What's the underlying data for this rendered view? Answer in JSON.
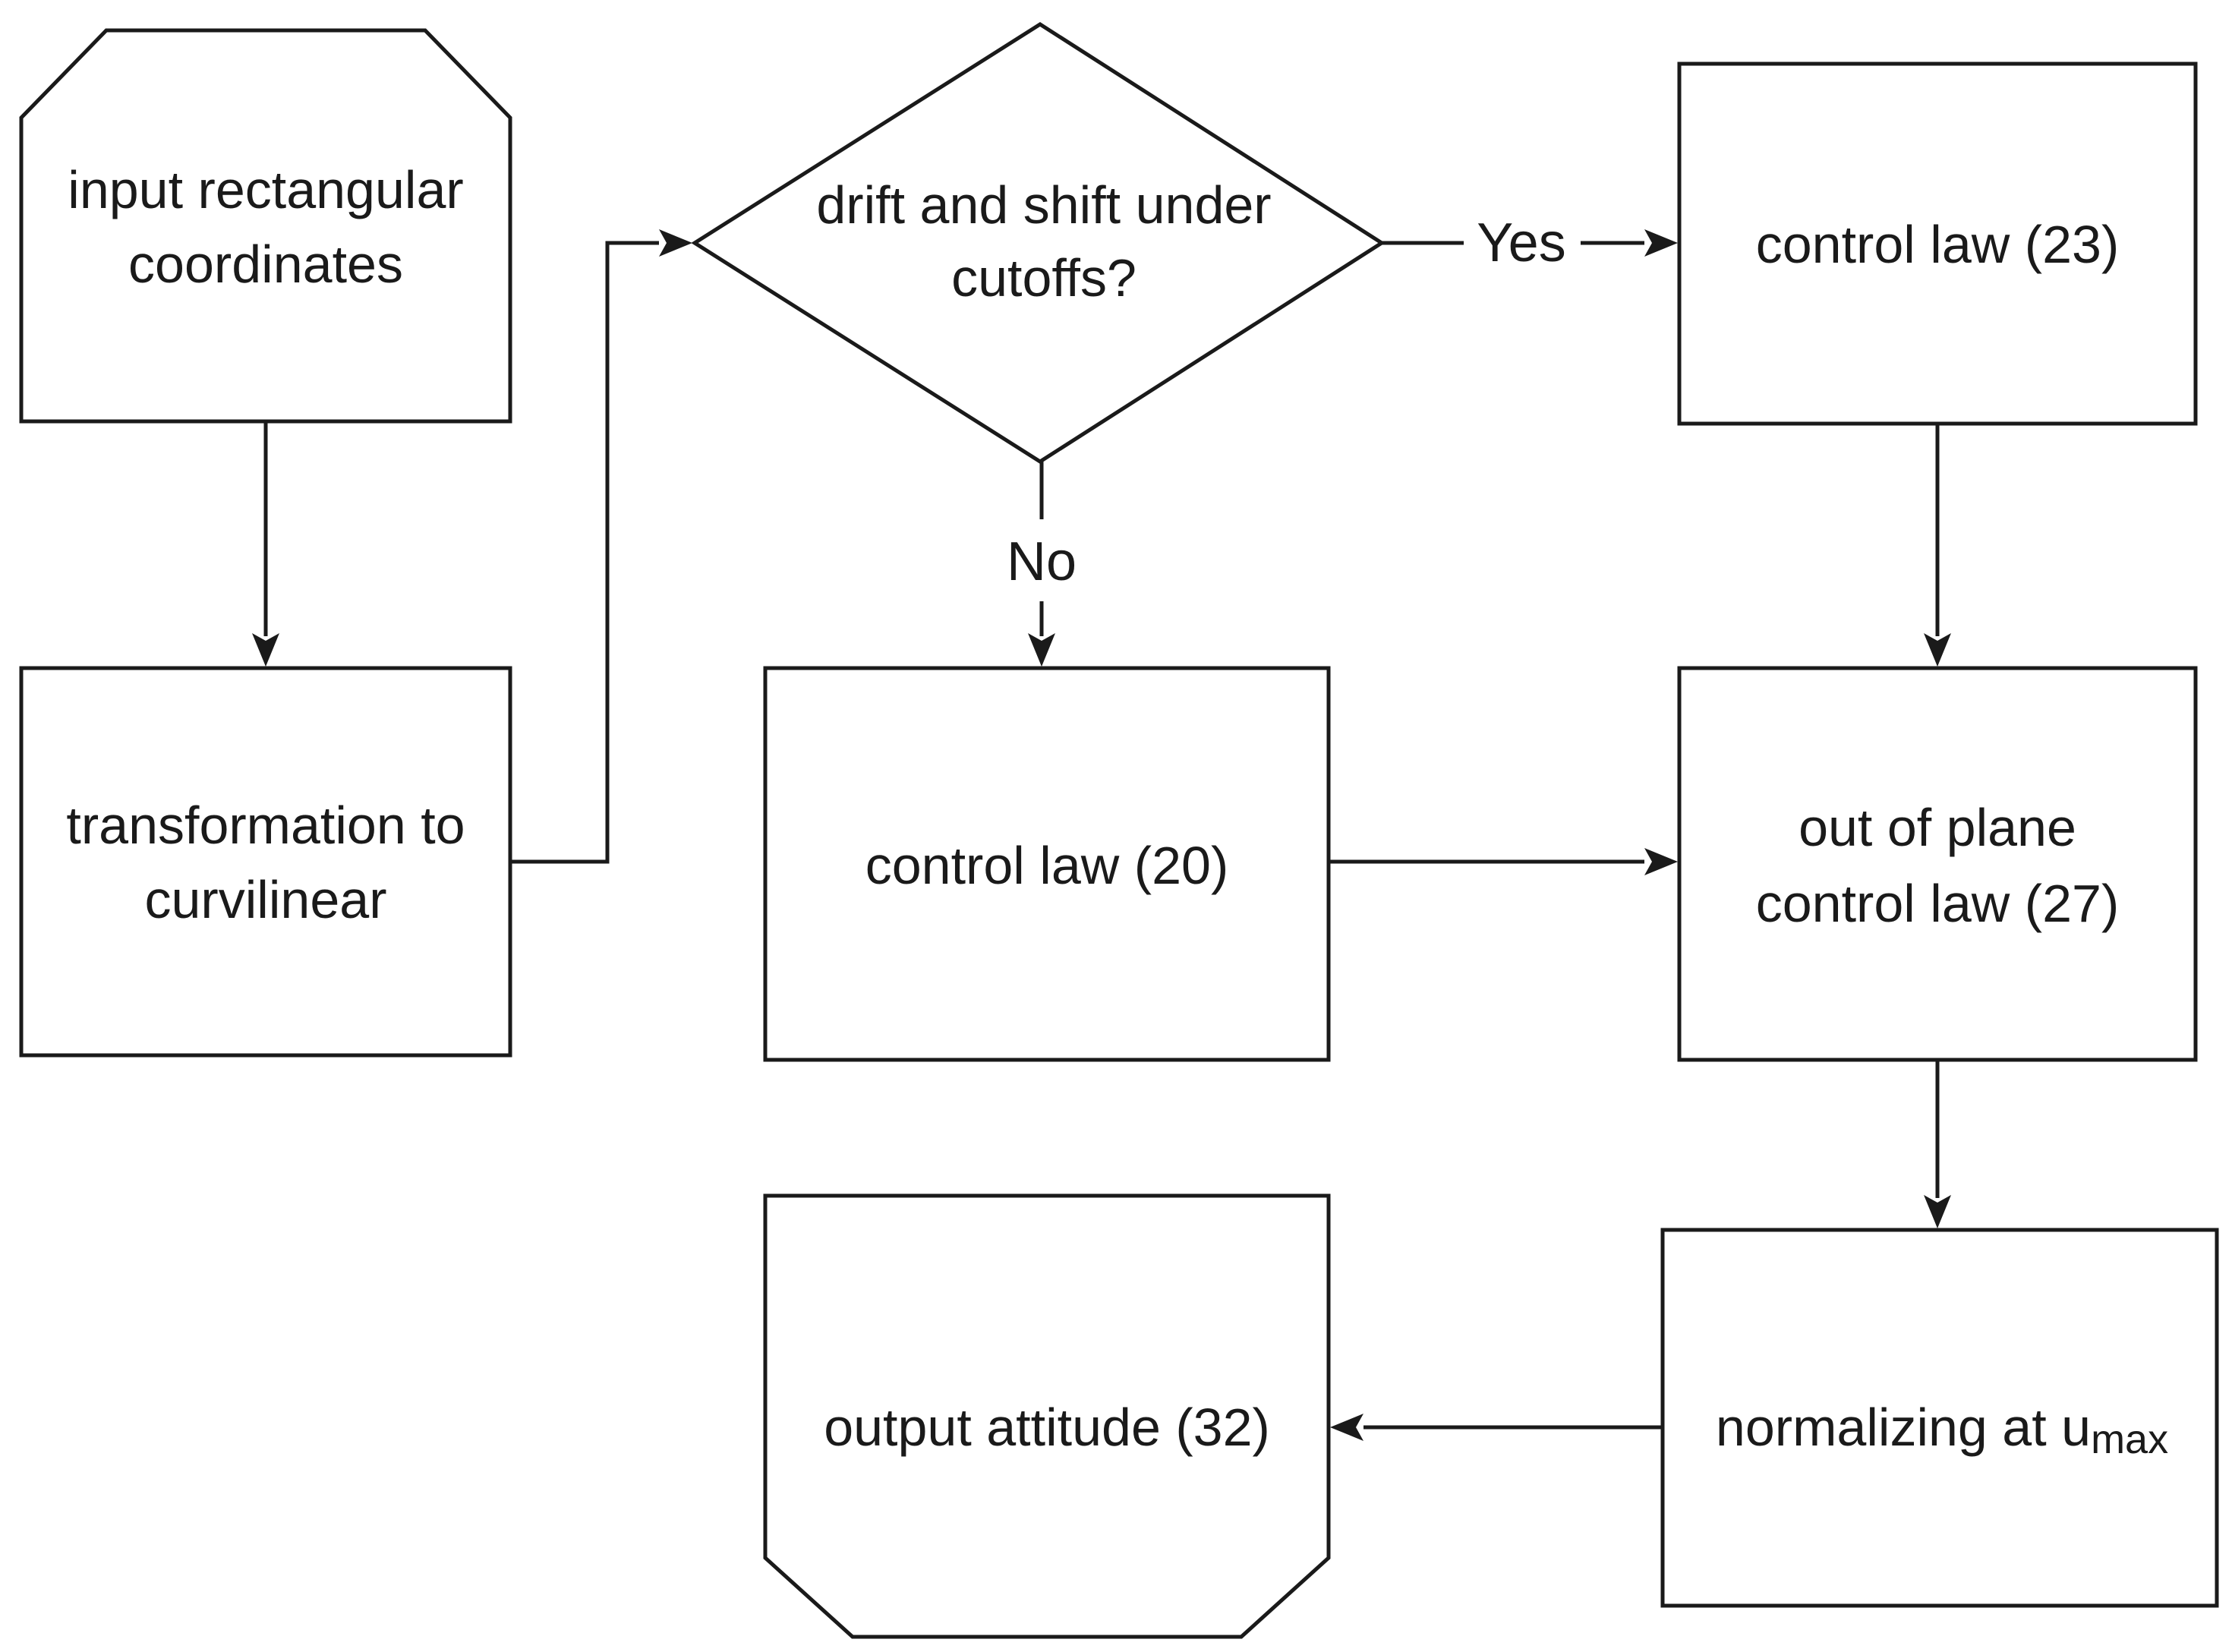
{
  "colors": {
    "ink": "#1a1a1a",
    "paper": "#ffffff"
  },
  "nodes": {
    "input": {
      "line1": "input rectangular",
      "line2": "coordinates"
    },
    "transformation": {
      "line1": "transformation to",
      "line2": "curvilinear"
    },
    "decision": {
      "line1": "drift and shift under",
      "line2": "cutoffs?"
    },
    "control_law_23": {
      "label": "control law (23)"
    },
    "control_law_20": {
      "label": "control law (20)"
    },
    "out_of_plane": {
      "line1": "out of plane",
      "line2": "control law (27)"
    },
    "normalizing": {
      "label": "normalizing at u",
      "sub": "max"
    },
    "output": {
      "label": "output attitude (32)"
    }
  },
  "edges": {
    "yes_label": "Yes",
    "no_label": "No"
  }
}
